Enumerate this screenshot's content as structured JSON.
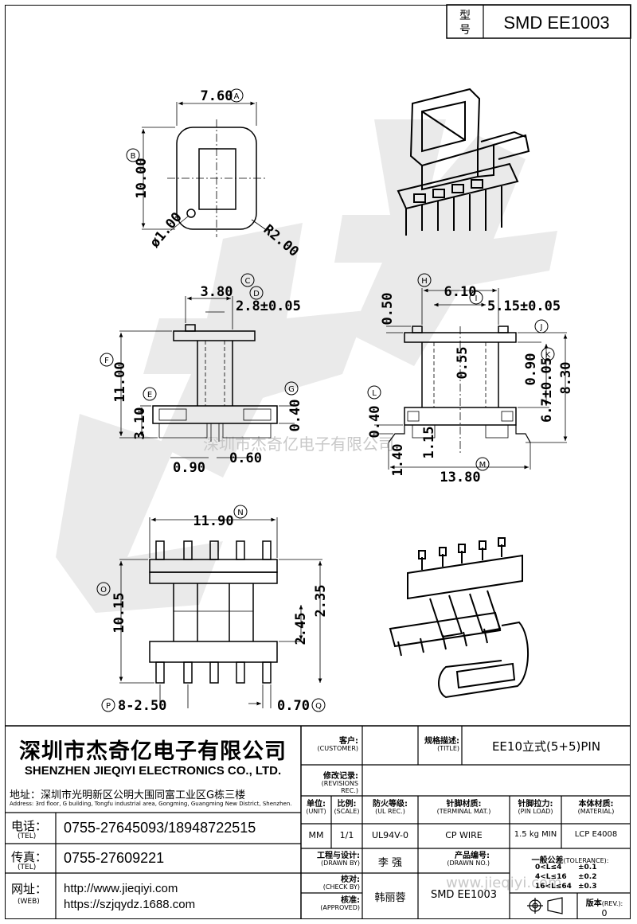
{
  "model": {
    "label_top": "型",
    "label_bottom": "号",
    "value": "SMD EE1003"
  },
  "watermark": {
    "text": "深圳市杰奇亿电子有限公司",
    "url_text": "www.jieqiyi.com"
  },
  "top_view": {
    "dim_width": "7.60",
    "dim_height": "10.00",
    "dim_hole": "ø1.00",
    "dim_radius": "R2.00",
    "tag_a": "A",
    "tag_b": "B"
  },
  "front_view": {
    "dim_c": "3.80",
    "dim_d": "2.8±0.05",
    "dim_f": "11.00",
    "dim_e": "3.10",
    "dim_g": "0.40",
    "dim_pitch_a": "0.90",
    "dim_pitch_b": "0.60",
    "tag_c": "C",
    "tag_d": "D",
    "tag_e": "E",
    "tag_f": "F",
    "tag_g": "G"
  },
  "side_view": {
    "dim_h": "6.10",
    "dim_i": "5.15±0.05",
    "dim_top": "0.50",
    "dim_center": "0.55",
    "dim_j": "0.90",
    "dim_k": "6.7±0.05",
    "dim_total": "8.30",
    "dim_l": "0.40",
    "dim_low": "1.40",
    "dim_mid": "1.15",
    "dim_m": "13.80",
    "tag_h": "H",
    "tag_i": "I",
    "tag_j": "J",
    "tag_k": "K",
    "tag_l": "L",
    "tag_m": "M"
  },
  "bottom_view": {
    "dim_n": "11.90",
    "dim_o": "10.15",
    "dim_235": "2.35",
    "dim_245": "2.45",
    "dim_p": "8-2.50",
    "dim_q": "0.70",
    "tag_n": "N",
    "tag_o": "O",
    "tag_p": "P",
    "tag_q": "Q"
  },
  "company": {
    "name_cn": "深圳市杰奇亿电子有限公司",
    "name_en": "SHENZHEN JIEQIYI ELECTRONICS CO., LTD.",
    "address_label": "地址：",
    "address_cn": "深圳市光明新区公明大围同富工业区G栋三楼",
    "address_en": "Address: 3rd floor, G building, Tongfu industrial area, Gongming, Guangming New District, Shenzhen.",
    "tel_label": "电话：",
    "tel_label_en": "(TEL)",
    "tel": "0755-27645093/18948722515",
    "fax_label": "传真：",
    "fax_label_en": "(TEL)",
    "fax": "0755-27609221",
    "web_label": "网址：",
    "web_label_en": "(WEB)",
    "web1": "http://www.jieqiyi.com",
    "web2": "https://szjqydz.1688.com"
  },
  "title_block": {
    "customer_cn": "客户:",
    "customer_en": "(CUSTOMER)",
    "title_cn": "规格描述:",
    "title_en": "(TITLE)",
    "title_value": "EE10立式(5+5)PIN",
    "rev_rec_cn": "修改记录:",
    "rev_rec_en": "(REVISIONS REC.)",
    "unit_cn": "单位:",
    "unit_en": "(UNIT)",
    "unit": "MM",
    "scale_cn": "比例:",
    "scale_en": "(SCALE)",
    "scale": "1/1",
    "ul_cn": "防火等级:",
    "ul_en": "(UL REC.)",
    "ul": "UL94V-0",
    "term_cn": "针脚材质:",
    "term_en": "(TERMINAL MAT.)",
    "term": "CP WIRE",
    "load_cn": "针脚拉力:",
    "load_en": "(PIN LOAD)",
    "load": "1.5 kg MIN",
    "mat_cn": "本体材质:",
    "mat_en": "(MATERIAL)",
    "mat": "LCP  E4008",
    "drawn_cn": "工程与设计:",
    "drawn_en": "(DRAWN BY)",
    "drawn": "李  强",
    "drawno_cn": "产品编号:",
    "drawno_en": "(DRAWN NO.)",
    "drawno": "SMD EE1003",
    "check_cn": "校对:",
    "check_en": "(CHECK BY)",
    "approved_cn": "核准:",
    "approved_en": "(APPROVED)",
    "checker": "韩丽蓉",
    "tol_cn": "一般公差",
    "tol_en": "(TOLERANCE):",
    "tol_rows": [
      {
        "range": "0<L≤4",
        "tol": "±0.1"
      },
      {
        "range": "4<L≤16",
        "tol": "±0.2"
      },
      {
        "range": "16<L≤64",
        "tol": "±0.3"
      }
    ],
    "rev_cn": "版本",
    "rev_en": "(REV.):",
    "rev": "0"
  }
}
